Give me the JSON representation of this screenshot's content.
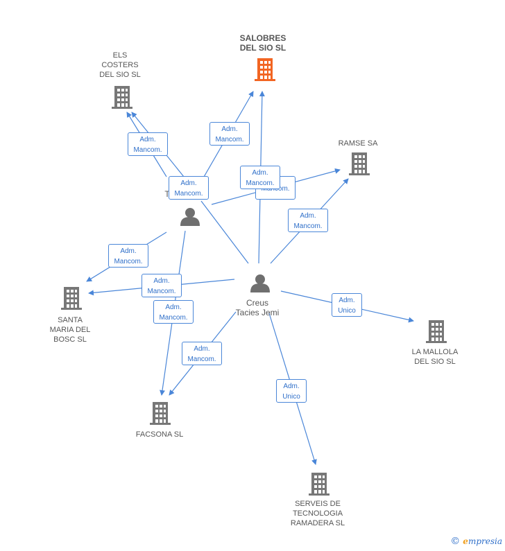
{
  "colors": {
    "edge": "#4a86d8",
    "company": "#777777",
    "main_company": "#f26522",
    "person": "#6f6f6f"
  },
  "companies": {
    "salobres": "SALOBRES\nDEL SIO SL",
    "els_costers": "ELS\nCOSTERS\nDEL SIO SL",
    "ramse": "RAMSE SA",
    "santa_maria": "SANTA\nMARIA DEL\nBOSC SL",
    "facsona": "FACSONA SL",
    "la_mallola": "LA MALLOLA\nDEL SIO SL",
    "serveis": "SERVEIS DE\nTECNOLOGIA\nRAMADERA SL"
  },
  "persons": {
    "creus": "Creus\nTacies Jemi",
    "t_partial": "T"
  },
  "edges": {
    "e1": "Adm.\nMancom.",
    "e2": "Adm.\nMancom.",
    "e3": "Adm.\nMancom.",
    "e4": "Adm.\nMancom.",
    "e5": "Mancom.",
    "e6": "Adm.\nMancom.",
    "e7": "Adm.\nMancom.",
    "e8": "Adm.\nMancom.",
    "e9": "Adm.\nMancom.",
    "e10": "Adm.\nMancom.",
    "e11": "Adm.\nUnico",
    "e12": "Adm.\nUnico"
  },
  "footer": {
    "copyright": "©",
    "brand_e": "e",
    "brand_rest": "mpresia"
  }
}
